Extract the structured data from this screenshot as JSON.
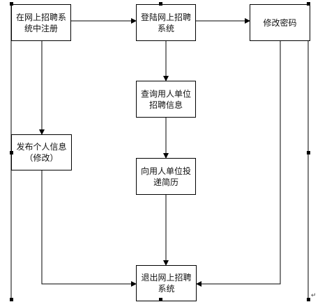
{
  "flowchart": {
    "nodes": {
      "register": "在网上招聘系\n统中注册",
      "login": "登陆网上招聘\n系统",
      "change_password": "修改密码",
      "query_jobs": "查询用人单位\n招聘信息",
      "publish_info": "发布个人信息\n（修改）",
      "submit_resume": "向用人单位投\n递简历",
      "logout": "退出网上招聘\n系统"
    },
    "paragraph_mark": "↵"
  }
}
